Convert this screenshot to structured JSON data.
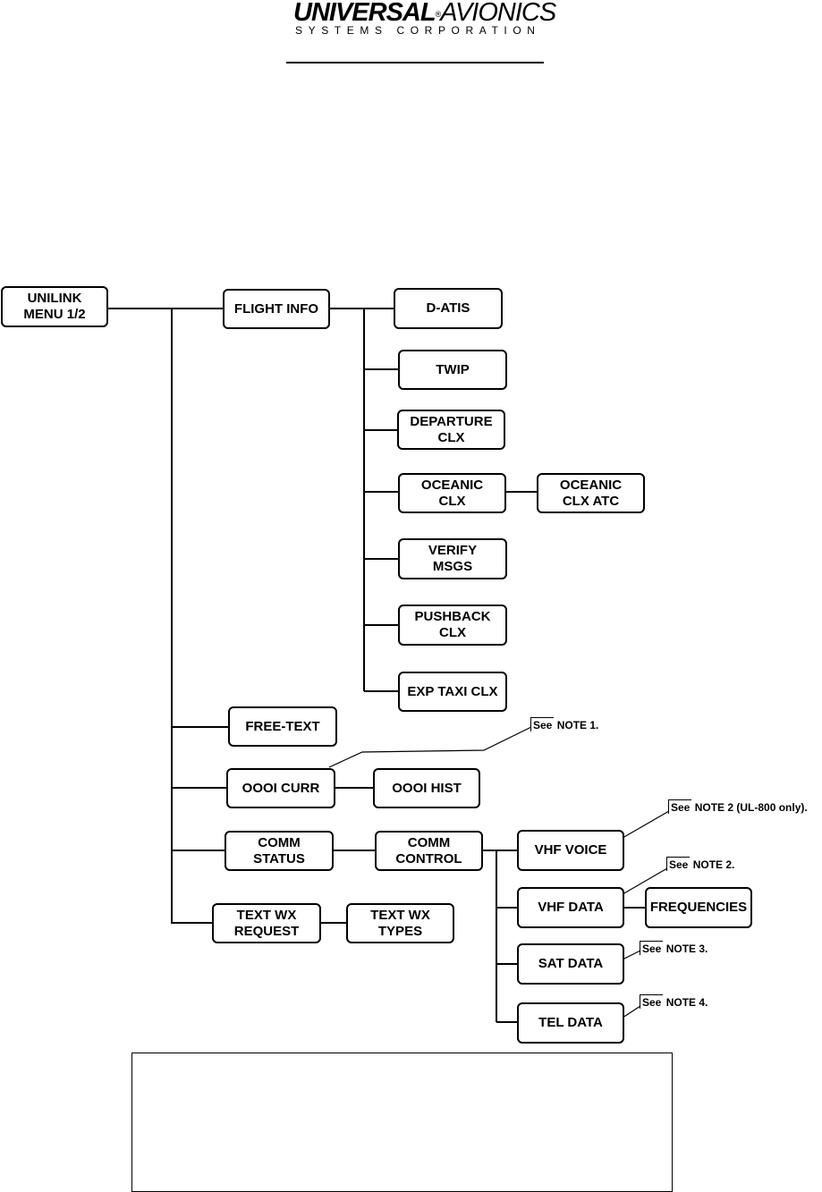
{
  "logo": {
    "word1": "UNIVERSAL",
    "reg": "®",
    "word2": "AVIONICS",
    "sub": "SYSTEMS CORPORATION"
  },
  "nodes": {
    "unilink_menu": "UNILINK\nMENU 1/2",
    "flight_info": "FLIGHT INFO",
    "d_atis": "D-ATIS",
    "twip": "TWIP",
    "departure_clx": "DEPARTURE\nCLX",
    "oceanic_clx": "OCEANIC\nCLX",
    "oceanic_clx_atc": "OCEANIC\nCLX ATC",
    "verify_msgs": "VERIFY\nMSGS",
    "pushback_clx": "PUSHBACK\nCLX",
    "exp_taxi_clx": "EXP TAXI CLX",
    "free_text": "FREE-TEXT",
    "oooi_curr": "OOOI CURR",
    "oooi_hist": "OOOI HIST",
    "comm_status": "COMM\nSTATUS",
    "comm_control": "COMM\nCONTROL",
    "vhf_voice": "VHF VOICE",
    "vhf_data": "VHF DATA",
    "frequencies": "FREQUENCIES",
    "sat_data": "SAT DATA",
    "tel_data": "TEL DATA",
    "text_wx_request": "TEXT WX\nREQUEST",
    "text_wx_types": "TEXT WX\nTYPES"
  },
  "notes": {
    "see": "See",
    "note1": "NOTE 1.",
    "note2_ul800": "NOTE 2 (UL-800 only).",
    "note2": "NOTE 2.",
    "note3": "NOTE 3.",
    "note4": "NOTE 4."
  }
}
